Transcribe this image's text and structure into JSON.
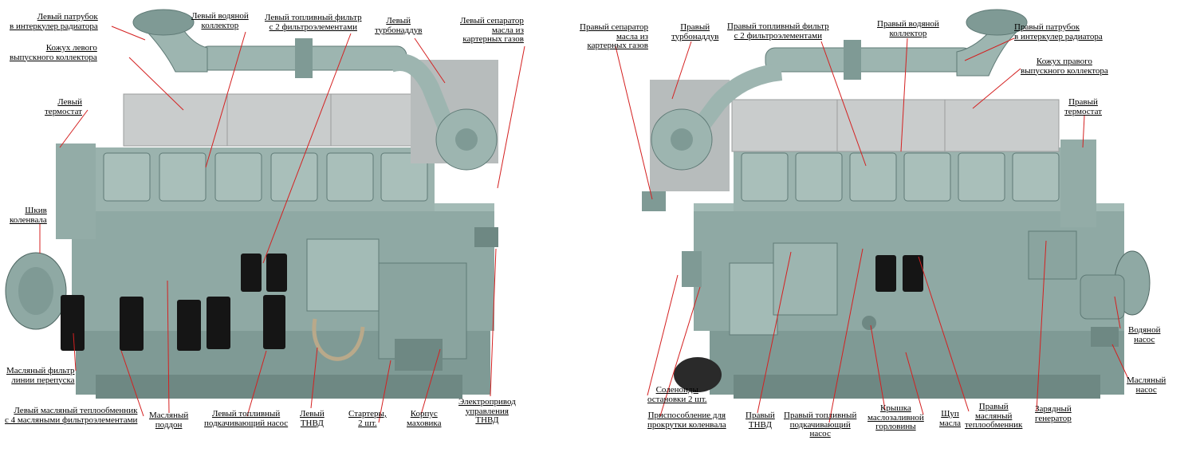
{
  "colors": {
    "engine_body": "#8fa9a4",
    "engine_shadow": "#5f7a76",
    "cover": "#c9cccc",
    "filter": "#151515",
    "leader_line": "#d42020"
  },
  "left_engine": {
    "labels": {
      "intercooler_pipe": "Левый патрубок\nв интеркулер радиатора",
      "exhaust_cover": "Кожух левого\nвыпускного коллектора",
      "thermostat": "Левый\nтермостат",
      "crank_pulley": "Шкив\nколенвала",
      "water_collector": "Левый водяной\nколлектор",
      "fuel_filter": "Левый топливный фильтр\nс 2 фильтроэлементами",
      "turbo": "Левый\nтурбонаддув",
      "oil_separator": "Левый сепаратор\nмасла из\nкартерных газов",
      "bypass_filter": "Масляный фильтр\nлинии перепуска",
      "oil_cooler": "Левый масляный теплообменник\nс 4 масляными фильтроэлементами",
      "oil_pan": "Масляный\nподдон",
      "feed_pump": "Левый топливный\nподкачивающий насос",
      "injection_pump": "Левый\nТНВД",
      "starters": "Стартеры,\n2 шт.",
      "flywheel_housing": "Корпус\nмаховика",
      "pump_actuator": "Электропривод\nуправления\nТНВД"
    }
  },
  "right_engine": {
    "labels": {
      "oil_separator": "Правый сепаратор\nмасла из\nкартерных газов",
      "turbo": "Правый\nтурбонаддув",
      "fuel_filter": "Правый топливный фильтр\nс 2 фильтроэлементами",
      "water_collector": "Правый водяной\nколлектор",
      "intercooler_pipe": "Правый патрубок\nв интеркулер радиатора",
      "exhaust_cover": "Кожух правого\nвыпускного коллектора",
      "thermostat": "Правый\nтермостат",
      "water_pump": "Водяной\nнасос",
      "oil_pump": "Масляный\nнасос",
      "stop_solenoids": "Соленоиды\nостановки 2 шт.",
      "crank_tool": "Приспособление для\nпрокрутки коленвала",
      "injection_pump": "Правый\nТНВД",
      "feed_pump": "Правый топливный\nподкачивающий\nнасос",
      "filler_cap": "Крышка\nмаслозаливной\nгорловины",
      "dipstick": "Щуп\nмасла",
      "oil_cooler": "Правый\nмасляный\nтеплообменник",
      "alternator": "Зарядный\nгенератор"
    }
  }
}
